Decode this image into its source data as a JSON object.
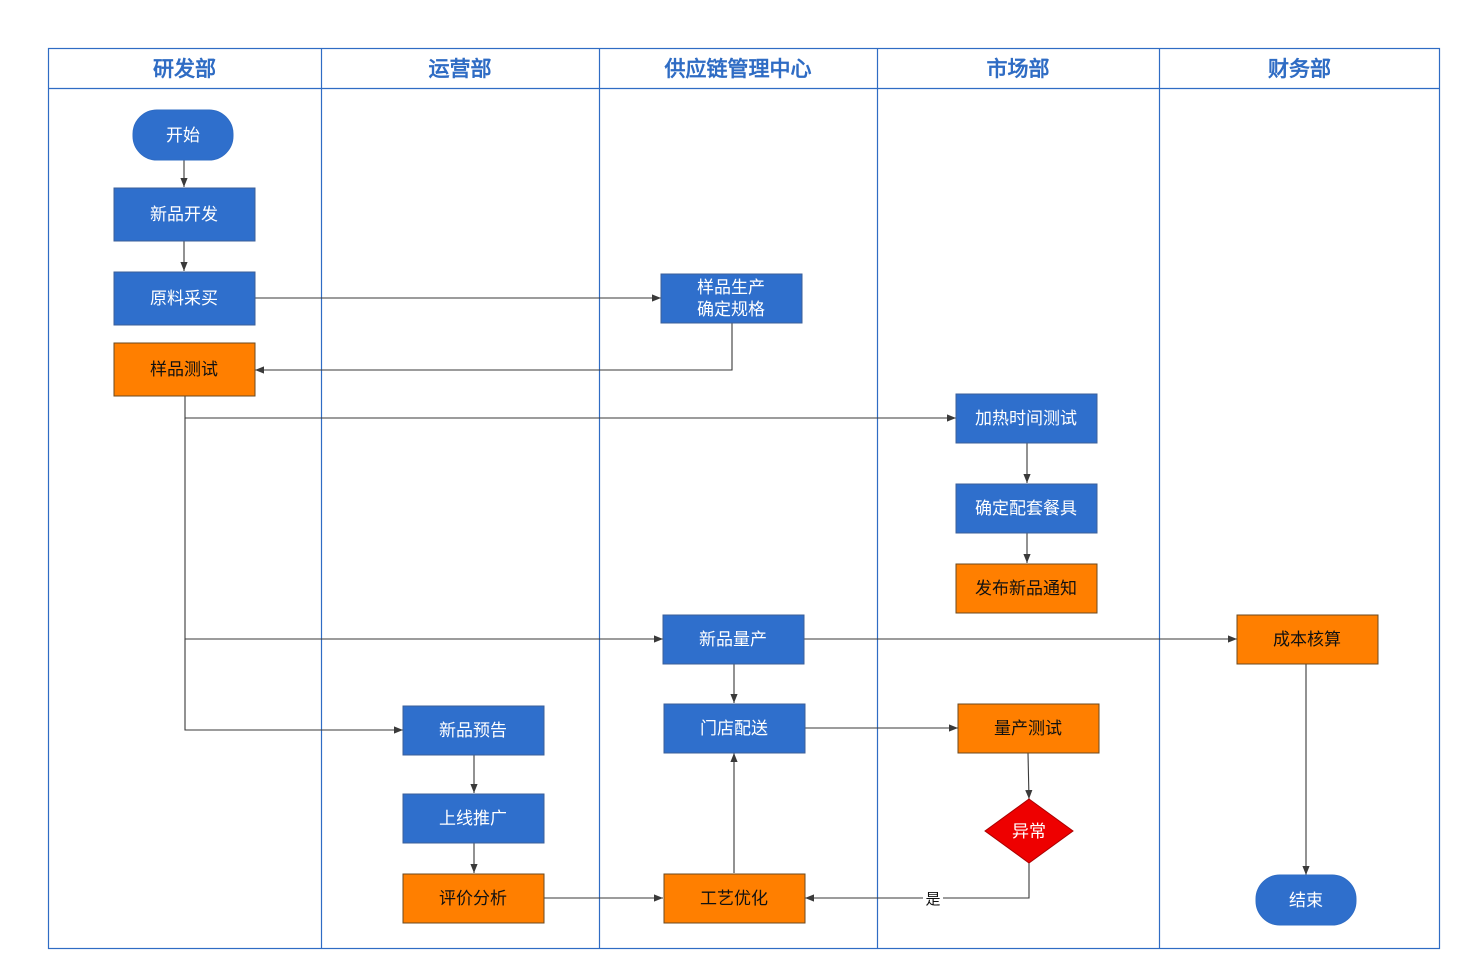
{
  "colors": {
    "border": "#2f6cc4",
    "lane_title": "#2f6cc4",
    "blue_fill": "#2f6fcc",
    "orange_fill": "#ff7f00",
    "red_fill": "#ee0000",
    "edge": "#3a3a3a",
    "white_text": "#ffffff",
    "dark_text": "#111111"
  },
  "lanes": [
    {
      "id": "rnd",
      "title": "研发部"
    },
    {
      "id": "ops",
      "title": "运营部"
    },
    {
      "id": "scm",
      "title": "供应链管理中心"
    },
    {
      "id": "mkt",
      "title": "市场部"
    },
    {
      "id": "fin",
      "title": "财务部"
    }
  ],
  "nodes": {
    "start": {
      "label": "开始",
      "shape": "terminal",
      "tone": "blue"
    },
    "newdev": {
      "label": "新品开发",
      "shape": "process",
      "tone": "blue"
    },
    "material": {
      "label": "原料采买",
      "shape": "process",
      "tone": "blue"
    },
    "sampletest": {
      "label": "样品测试",
      "shape": "process",
      "tone": "orange"
    },
    "sampleprod": {
      "label": [
        "样品生产",
        "确定规格"
      ],
      "shape": "process",
      "tone": "blue"
    },
    "heattest": {
      "label": "加热时间测试",
      "shape": "process",
      "tone": "blue"
    },
    "tableware": {
      "label": "确定配套餐具",
      "shape": "process",
      "tone": "blue"
    },
    "notice": {
      "label": "发布新品通知",
      "shape": "process",
      "tone": "orange"
    },
    "massprod": {
      "label": "新品量产",
      "shape": "process",
      "tone": "blue"
    },
    "cost": {
      "label": "成本核算",
      "shape": "process",
      "tone": "orange"
    },
    "preview": {
      "label": "新品预告",
      "shape": "process",
      "tone": "blue"
    },
    "delivery": {
      "label": "门店配送",
      "shape": "process",
      "tone": "blue"
    },
    "masstest": {
      "label": "量产测试",
      "shape": "process",
      "tone": "orange"
    },
    "promo": {
      "label": "上线推广",
      "shape": "process",
      "tone": "blue"
    },
    "abnormal": {
      "label": "异常",
      "shape": "decision",
      "tone": "red"
    },
    "review": {
      "label": "评价分析",
      "shape": "process",
      "tone": "orange"
    },
    "craft": {
      "label": "工艺优化",
      "shape": "process",
      "tone": "orange"
    },
    "end": {
      "label": "结束",
      "shape": "terminal",
      "tone": "blue"
    }
  },
  "edges": [
    {
      "from": "start",
      "to": "newdev"
    },
    {
      "from": "newdev",
      "to": "material"
    },
    {
      "from": "material",
      "to": "sampleprod"
    },
    {
      "from": "sampleprod",
      "to": "sampletest"
    },
    {
      "from": "sampletest",
      "to": "heattest"
    },
    {
      "from": "sampletest",
      "to": "massprod"
    },
    {
      "from": "sampletest",
      "to": "preview"
    },
    {
      "from": "heattest",
      "to": "tableware"
    },
    {
      "from": "tableware",
      "to": "notice"
    },
    {
      "from": "massprod",
      "to": "cost"
    },
    {
      "from": "massprod",
      "to": "delivery"
    },
    {
      "from": "delivery",
      "to": "masstest"
    },
    {
      "from": "masstest",
      "to": "abnormal"
    },
    {
      "from": "abnormal",
      "to": "craft",
      "label": "是"
    },
    {
      "from": "craft",
      "to": "delivery"
    },
    {
      "from": "preview",
      "to": "promo"
    },
    {
      "from": "promo",
      "to": "review"
    },
    {
      "from": "review",
      "to": "craft"
    },
    {
      "from": "cost",
      "to": "end"
    }
  ]
}
